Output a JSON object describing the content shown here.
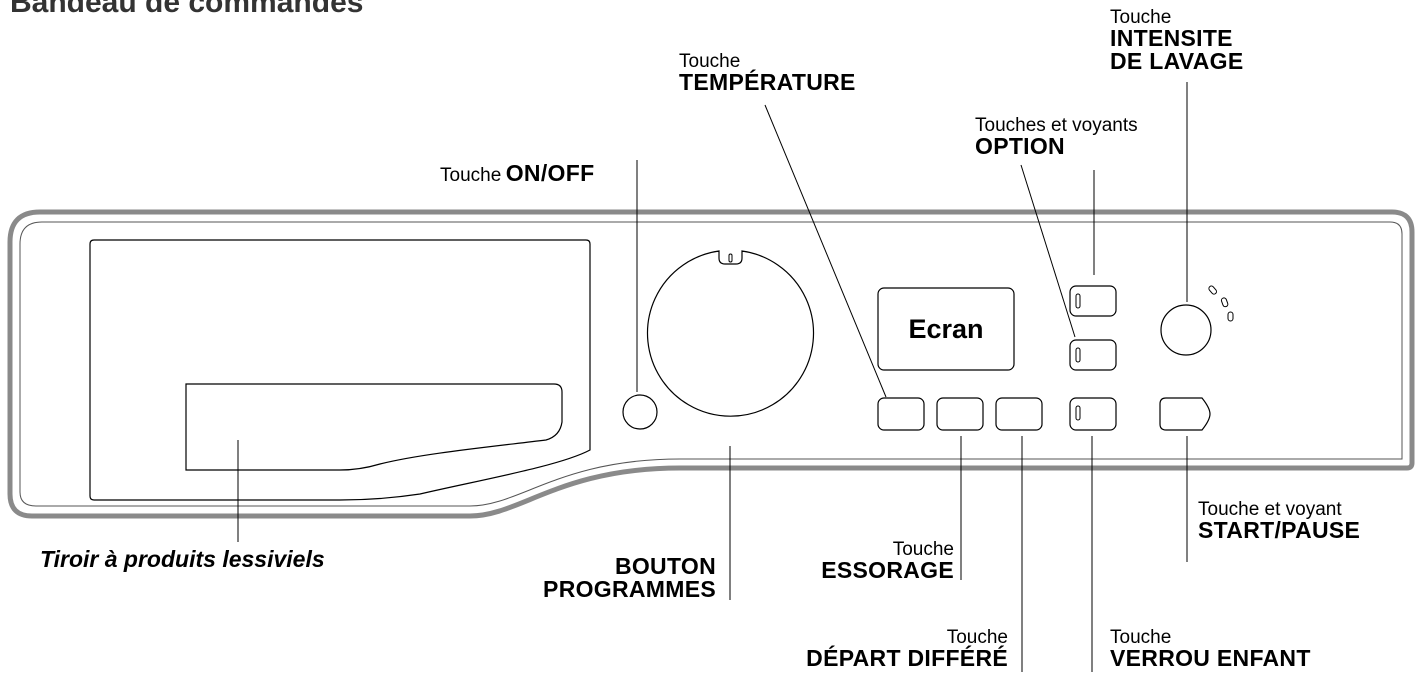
{
  "title": "Bandeau de commandes",
  "display_text": "Ecran",
  "labels": {
    "on_off": {
      "prefix": "Touche",
      "name": "ON/OFF"
    },
    "temperature": {
      "line1": "Touche",
      "line2": "TEMPÉRATURE"
    },
    "option": {
      "line1": "Touches et voyants",
      "line2": "OPTION"
    },
    "intensite": {
      "line1": "Touche",
      "line2": "INTENSITE",
      "line3": "DE LAVAGE"
    },
    "start_pause": {
      "line1": "Touche et voyant",
      "line2": "START/PAUSE"
    },
    "verrou": {
      "line1": "Touche",
      "line2": "VERROU ENFANT"
    },
    "depart": {
      "line1": "Touche",
      "line2": "DÉPART DIFFÉRÉ"
    },
    "essorage": {
      "line1": "Touche",
      "line2": "ESSORAGE"
    },
    "programmes": {
      "line1": "BOUTON",
      "line2": "PROGRAMMES"
    },
    "drawer": "Tiroir à produits lessiviels"
  },
  "colors": {
    "panel_stroke": "#8a8a8a",
    "line": "#000000",
    "title": "#333333"
  }
}
